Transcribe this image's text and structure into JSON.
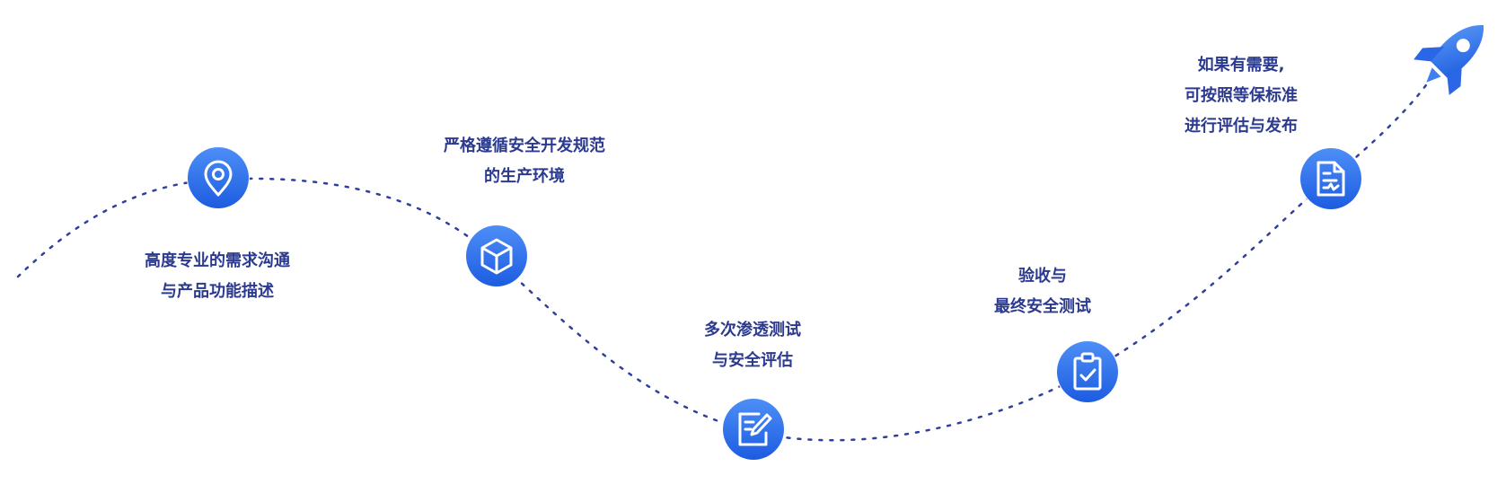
{
  "steps": [
    {
      "line1": "高度专业的需求沟通",
      "line2": "与产品功能描述",
      "icon": "location-pin-icon"
    },
    {
      "line1": "严格遵循安全开发规范",
      "line2": "的生产环境",
      "icon": "cube-icon"
    },
    {
      "line1": "多次渗透测试",
      "line2": "与安全评估",
      "icon": "edit-document-icon"
    },
    {
      "line1": "验收与",
      "line2": "最终安全测试",
      "icon": "clipboard-check-icon"
    },
    {
      "line1": "如果有需要,",
      "line2": "可按照等保标准",
      "line3": "进行评估与发布",
      "icon": "document-report-icon"
    }
  ],
  "end_icon": "rocket-icon",
  "colors": {
    "path": "#2f3f9b",
    "node_top": "#4a8af5",
    "node_bottom": "#1f5fe0",
    "text": "#2b3a8f"
  }
}
